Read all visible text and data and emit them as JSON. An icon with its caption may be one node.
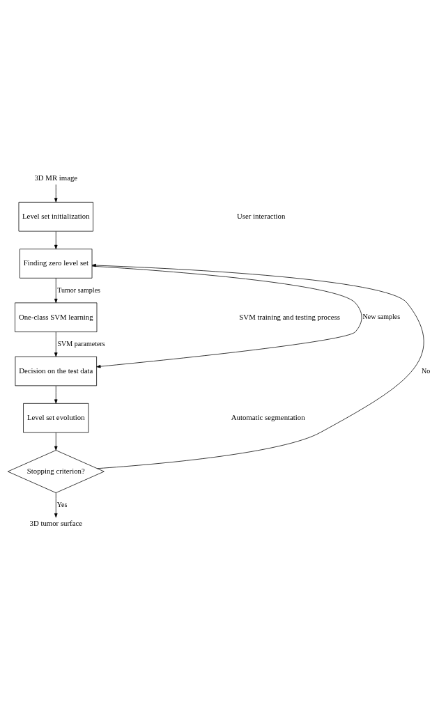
{
  "diagram": {
    "nodes": [
      {
        "text": [
          "3D MR image"
        ]
      },
      {
        "text": [
          "Level set initialization"
        ]
      },
      {
        "text": [
          "Finding zero level set"
        ]
      },
      {
        "text": [
          "One-class SVM learning"
        ]
      },
      {
        "text": [
          "Decision on the test data"
        ]
      },
      {
        "text": [
          "Level set evolution"
        ]
      },
      {
        "text": [
          "Stopping criterion?"
        ]
      },
      {
        "text": [
          "3D tumor surface"
        ]
      }
    ],
    "edges": [
      {
        "from": 0,
        "to": 1,
        "arrow": "to"
      },
      {
        "from": 1,
        "to": 2,
        "arrow": "to"
      },
      {
        "from": 2,
        "to": 3,
        "label": "Tumor samples",
        "arrow": "to"
      },
      {
        "from": 3,
        "to": 4,
        "label": "SVM parameters",
        "arrow": "to"
      },
      {
        "from": 2,
        "to": 4,
        "label": "New samples",
        "arrow": "to"
      },
      {
        "from": 4,
        "to": 5,
        "arrow": "to"
      },
      {
        "from": 5,
        "to": 6,
        "arrow": "to"
      },
      {
        "from": 6,
        "to": 2,
        "label": "No",
        "arrow": "to"
      },
      {
        "from": 6,
        "to": 7,
        "label": "Yes",
        "arrow": "to"
      }
    ],
    "labels": [
      "User interaction",
      "SVM training and testing process",
      "Automatic segmentation"
    ]
  }
}
